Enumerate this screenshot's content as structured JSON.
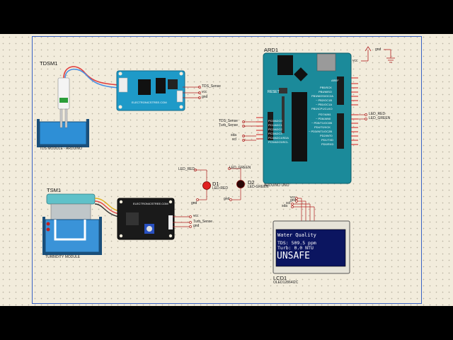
{
  "arduino": {
    "ref": "ARD1",
    "caption": "ARDUINO UNO",
    "reset_label": "RESET",
    "aref_label": "AREF",
    "right_pins_top": [
      "PB5/SCK",
      "PB4/MISO",
      "PB3/MOSI/OC2A",
      "~ PB2/OC1B",
      "~ PB1/OC1A",
      "PB0/ICP1/CLKO"
    ],
    "right_pins_bottom": [
      "PD7/AIN1",
      "~ PD6/AIN0",
      "~ PD5/T1/OC0B",
      "PD4/T0/XCK",
      "~ PD3/INT1/OC2B",
      "PD2/INT0",
      "PD1/TXD",
      "PD0/RXD"
    ],
    "left_pins": [
      "PC0/ADC0",
      "PC1/ADC1",
      "PC2/ADC2",
      "PC3/ADC3",
      "PC4/ADC4/SDA",
      "PC5/ADC5/SCL"
    ],
    "net_left": [
      "TDS_Sense",
      "Turb_Sense",
      "sda",
      "scl"
    ],
    "net_right": [
      "LED_RED",
      "LED_GREEN"
    ]
  },
  "power": {
    "vcc_label": "vcc",
    "gnd_label": "gnd"
  },
  "tds": {
    "ref": "TDSM1",
    "caption": "TDS MODULE - ARDUINO",
    "board_text": "ELECTRONICSTREE.COM",
    "nets": [
      "TDS_Sense",
      "vcc",
      "gnd"
    ]
  },
  "turbidity": {
    "ref": "TSM1",
    "caption": "TURBIDITY MODULE",
    "board_text": "ELECTRONICSTREE.COM",
    "nets": [
      "vcc",
      "Turb_Sense",
      "gnd"
    ]
  },
  "leds": {
    "d1": {
      "ref": "D1",
      "value": "LED-RED",
      "net": "LED_RED",
      "gnd": "gnd"
    },
    "d2": {
      "ref": "D2",
      "value": "LED-GREEN",
      "net": "LED_GREEN",
      "gnd": "gnd"
    }
  },
  "lcd": {
    "ref": "LCD1",
    "part": "OLED12864I2C",
    "nets": [
      "vcc",
      "gnd",
      "scl",
      "sda"
    ],
    "line1": "Water Quality",
    "line2": "TDS: 509.5 ppm",
    "line3": "Turb: 0.0 NTU",
    "status": "UNSAFE"
  },
  "colors": {
    "canvas": "#f2ecdc",
    "sheet_border": "#3a63c4",
    "wire": "#b02020",
    "arduino": "#1b8a9a",
    "grove": "#1e9ac8",
    "oled": "#0b1560"
  }
}
